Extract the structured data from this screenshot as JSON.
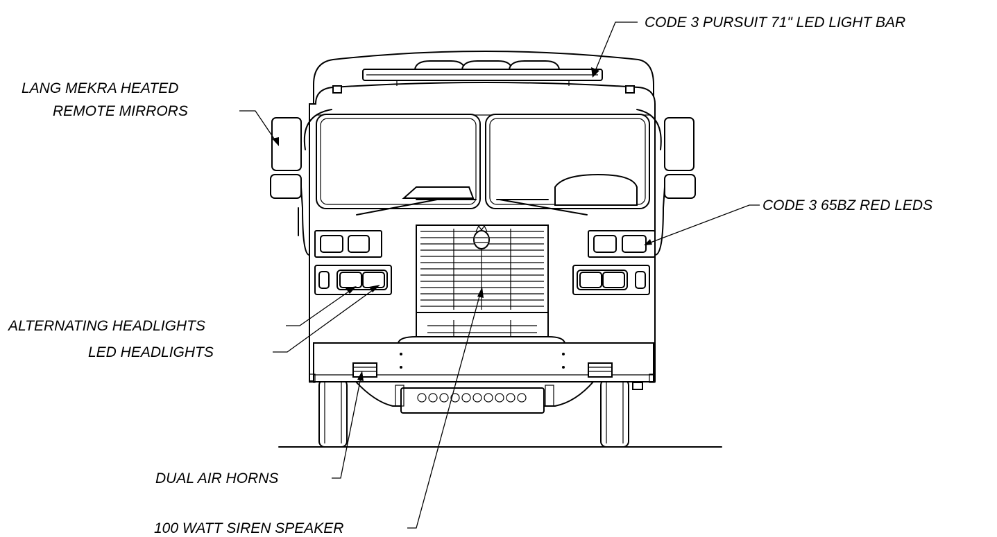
{
  "callouts": {
    "light_bar": "CODE 3 PURSUIT 71\" LED LIGHT BAR",
    "mirrors_line1": "LANG MEKRA HEATED",
    "mirrors_line2": "REMOTE MIRRORS",
    "red_leds": "CODE 3 65BZ RED LEDS",
    "alternating_headlights": "ALTERNATING HEADLIGHTS",
    "led_headlights": "LED HEADLIGHTS",
    "air_horns": "DUAL AIR HORNS",
    "siren_speaker": "100 WATT SIREN SPEAKER"
  }
}
